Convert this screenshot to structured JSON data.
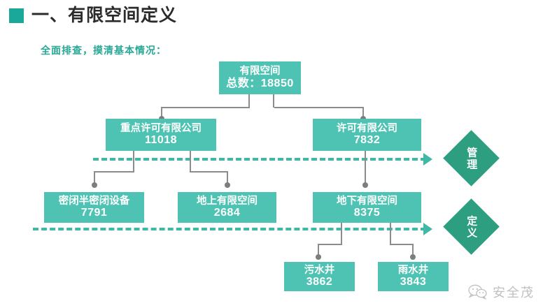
{
  "header": {
    "title": "一、有限空间定义",
    "marker_color": "#1aa89a",
    "subtitle": "全面排查，摸清基本情况："
  },
  "theme": {
    "node_color": "#4ec3b3",
    "diamond_color": "#2e9e80",
    "flow_color": "#3fb9a6",
    "connector_color": "#8c8c8c"
  },
  "chart_data": {
    "type": "diagram",
    "title": "一、有限空间定义",
    "nodes": [
      {
        "id": "total",
        "label": "有限空间",
        "value": "总数：18850",
        "count": 18850,
        "level": 0
      },
      {
        "id": "key_permit",
        "label": "重点许可有限公司",
        "value": "11018",
        "count": 11018,
        "level": 1
      },
      {
        "id": "permit",
        "label": "许可有限公司",
        "value": "7832",
        "count": 7832,
        "level": 1
      },
      {
        "id": "sealed",
        "label": "密闭半密闭设备",
        "value": "7791",
        "count": 7791,
        "level": 2
      },
      {
        "id": "above",
        "label": "地上有限空间",
        "value": "2684",
        "count": 2684,
        "level": 2
      },
      {
        "id": "below",
        "label": "地下有限空间",
        "value": "8375",
        "count": 8375,
        "level": 2
      },
      {
        "id": "sewage",
        "label": "污水井",
        "value": "3862",
        "count": 3862,
        "level": 3
      },
      {
        "id": "storm",
        "label": "雨水井",
        "value": "3843",
        "count": 3843,
        "level": 3
      }
    ],
    "bands": [
      {
        "id": "manage",
        "label": "管理"
      },
      {
        "id": "define",
        "label": "定义"
      }
    ],
    "edges": [
      {
        "from": "total",
        "to": "key_permit"
      },
      {
        "from": "total",
        "to": "permit"
      },
      {
        "from": "key_permit",
        "to": "sealed"
      },
      {
        "from": "key_permit",
        "to": "above"
      },
      {
        "from": "permit",
        "to": "below"
      },
      {
        "from": "below",
        "to": "sewage"
      },
      {
        "from": "below",
        "to": "storm"
      }
    ]
  },
  "watermark": {
    "icon": "wechat-icon",
    "text": "安全茂"
  }
}
